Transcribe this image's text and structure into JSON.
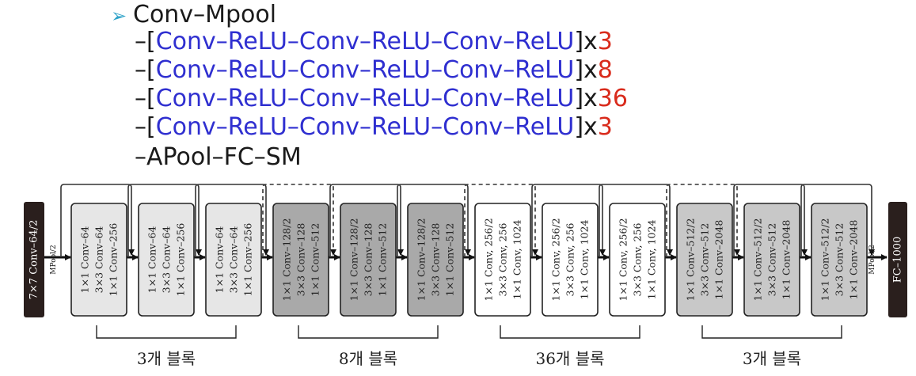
{
  "header": {
    "title": "Conv–Mpool",
    "stage_prefix": "–[",
    "stage_suffix": "]x",
    "stages": [
      {
        "layers": "Conv–ReLU–Conv–ReLU–Conv–ReLU",
        "repeat": "3"
      },
      {
        "layers": "Conv–ReLU–Conv–ReLU–Conv–ReLU",
        "repeat": "8"
      },
      {
        "layers": "Conv–ReLU–Conv–ReLU–Conv–ReLU",
        "repeat": "36"
      },
      {
        "layers": "Conv–ReLU–Conv–ReLU–Conv–ReLU",
        "repeat": "3"
      }
    ],
    "tail": "–APool–FC–SM"
  },
  "diagram": {
    "input_block": "7×7 Conv–64/2",
    "mpool_in": "MPool/2",
    "mpool_out": "MPool/2",
    "output_block": "FC–1000",
    "groups": [
      {
        "label": "3개 블록",
        "fill": "#e6e6e6",
        "lines": [
          "1×1 Conv–64",
          "3×3 Conv–64",
          "1×1 Conv–256"
        ]
      },
      {
        "label": "8개 블록",
        "fill": "#a9a9a9",
        "lines": [
          "1×1 Conv–128/2",
          "3×3 Conv–128",
          "1×1 Conv–512"
        ]
      },
      {
        "label": "36개 블록",
        "fill": "#ffffff",
        "lines": [
          "1×1 Conv, 256/2",
          "3×3 Conv, 256",
          "1×1 Conv, 1024"
        ]
      },
      {
        "label": "3개 블록",
        "fill": "#c8c8c8",
        "lines": [
          "1×1 Conv–512/2",
          "3×3 Conv–512",
          "1×1 Conv–2048"
        ]
      }
    ]
  }
}
